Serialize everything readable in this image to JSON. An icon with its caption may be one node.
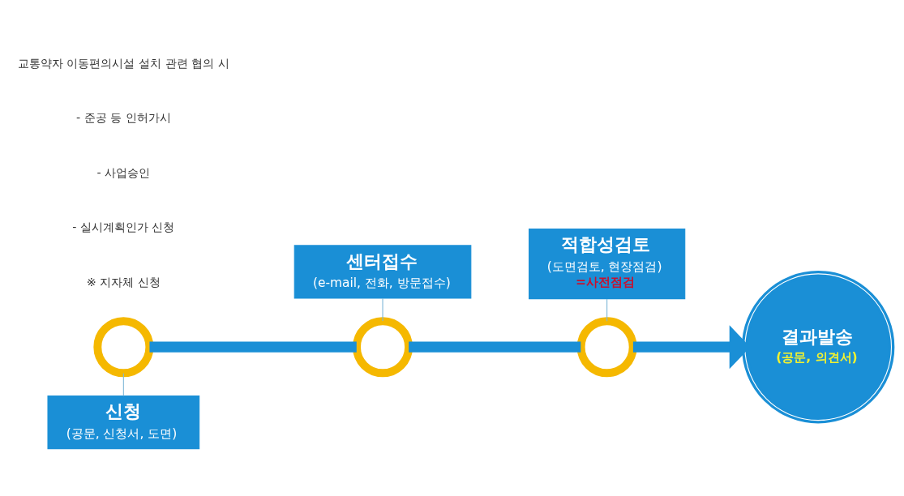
{
  "diagram": {
    "nodes": [
      {
        "text": [
          "센터접수",
          "(e-mail, 전화, 방문접수)"
        ]
      },
      {
        "text": [],
        "shape": "circle"
      },
      {
        "text": [],
        "shape": "circle"
      },
      {
        "text": [],
        "shape": "circle"
      },
      {
        "text": [
          "결과발송",
          "(공문, 의견서)"
        ]
      },
      {
        "text": [
          "신청",
          "(공문, 신청서, 도면)"
        ]
      },
      {
        "text": [
          "적합성검토",
          "(도면검토, 현장점검)",
          "=사전점검"
        ]
      }
    ],
    "edges": [
      {
        "from": 1,
        "to": 2,
        "arrow": "none",
        "style": "thick"
      },
      {
        "from": 2,
        "to": 3,
        "arrow": "none",
        "style": "thick"
      },
      {
        "from": 3,
        "to": 4,
        "arrow": "to",
        "style": "thick"
      },
      {
        "from": 5,
        "to": 1,
        "arrow": "none",
        "color": "#7fb8d8"
      },
      {
        "from": 0,
        "to": 2,
        "arrow": "none",
        "color": "#7fb8d8"
      },
      {
        "from": 6,
        "to": 3,
        "arrow": "none",
        "color": "#7fb8d8"
      }
    ],
    "labels": [
      "※ 지자체 신청",
      "- 실시계획인가 신청",
      "- 사업승인",
      "- 준공 등 인허가시",
      "교통약자 이동편의시설 설치 관련 협의 시"
    ]
  }
}
